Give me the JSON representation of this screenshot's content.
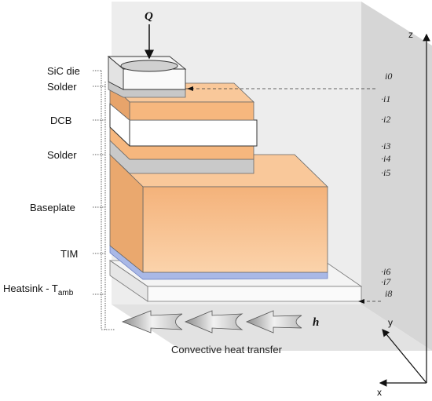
{
  "labels": {
    "sic_die": "SiC die",
    "solder_top": "Solder",
    "dcb": "DCB",
    "solder_bottom": "Solder",
    "baseplate": "Baseplate",
    "tim": "TIM",
    "heatsink": "Heatsink - T",
    "heatsink_sub": "amb"
  },
  "interfaces": [
    "i0",
    "i1",
    "i2",
    "i3",
    "i4",
    "i5",
    "i6",
    "i7",
    "i8"
  ],
  "symbols": {
    "heat_input": "Q",
    "heat_coeff": "h"
  },
  "caption": "Convective heat transfer",
  "axes": {
    "z": "z",
    "y": "y",
    "x": "x"
  },
  "colors": {
    "copper": "#f6b77e",
    "copper_top": "#f9c89a",
    "copper_side": "#e7a46b",
    "solder": "#c8c8c8",
    "box_face": "#eeeeee",
    "box_side": "#d9d9d9",
    "box_top": "#e4e4e4",
    "tim": "#7a8fd1"
  }
}
